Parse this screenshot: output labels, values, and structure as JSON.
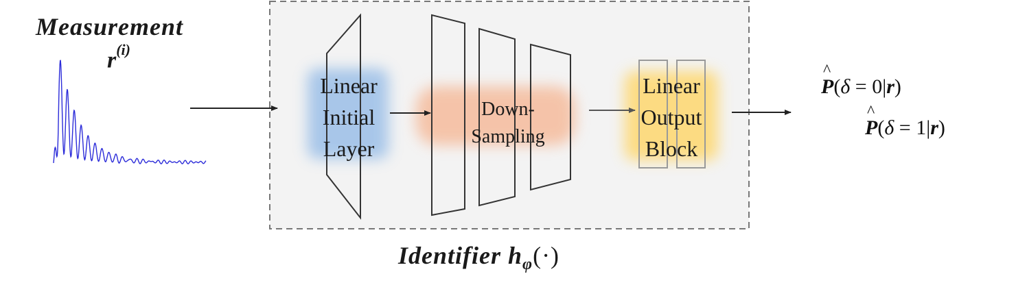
{
  "diagram": {
    "measurement": {
      "title": "Measurement",
      "symbol_base": "r",
      "symbol_superscript": "(i)"
    },
    "identifier": {
      "title_word": "Identifier",
      "function_symbol": "h",
      "function_subscript": "φ",
      "function_argument": "(·)"
    },
    "blocks": {
      "linear_initial": {
        "line1": "Linear",
        "line2": "Initial",
        "line3": "Layer",
        "glow_color": "#8fb8e6"
      },
      "down_sampling": {
        "line1": "Down-",
        "line2": "Sampling",
        "glow_color": "#f6b08a"
      },
      "linear_output": {
        "line1": "Linear",
        "line2": "Output",
        "line3": "Block",
        "glow_color": "#ffd666"
      }
    },
    "outputs": [
      {
        "hat": "P",
        "open": "(",
        "var": "δ",
        "eq": " = 0|",
        "given": "r",
        "close": ")"
      },
      {
        "hat": "P",
        "open": "(",
        "var": "δ",
        "eq": " = 1|",
        "given": "r",
        "close": ")"
      }
    ],
    "colors": {
      "signal": "#2b2bd9",
      "frame_border": "#777777",
      "frame_fill": "#f3f3f3",
      "shape_stroke": "#333333"
    },
    "icons": [
      "measurement-signal-plot"
    ]
  }
}
